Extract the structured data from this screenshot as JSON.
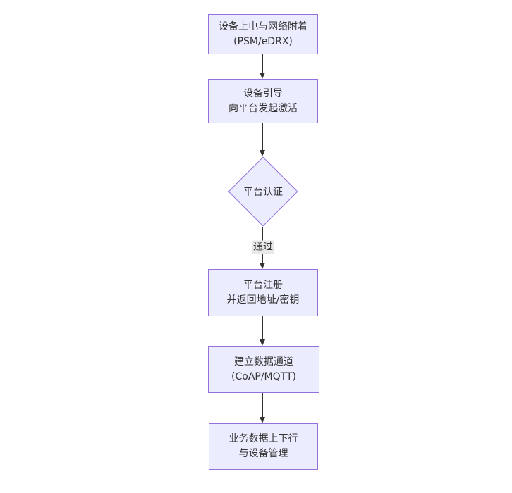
{
  "diagram": {
    "type": "flowchart-vertical",
    "colors": {
      "background": "#ffffff",
      "node_fill": "#ECECFF",
      "node_border": "#9370DB",
      "arrow_color": "#333333",
      "text_color": "#333333",
      "edge_label_bg": "#e8e8e8"
    },
    "nodes": [
      {
        "id": "power-on",
        "type": "rect",
        "lines": [
          "设备上电与网络附着",
          "(PSM/eDRX)"
        ]
      },
      {
        "id": "bootstrap",
        "type": "rect",
        "lines": [
          "设备引导",
          "向平台发起激活"
        ]
      },
      {
        "id": "platform-auth",
        "type": "diamond",
        "lines": [
          "平台认证"
        ]
      },
      {
        "id": "register",
        "type": "rect",
        "lines": [
          "平台注册",
          "并返回地址/密钥"
        ]
      },
      {
        "id": "data-channel",
        "type": "rect",
        "lines": [
          "建立数据通道",
          "(CoAP/MQTT)"
        ]
      },
      {
        "id": "business-data",
        "type": "rect",
        "lines": [
          "业务数据上下行",
          "与设备管理"
        ]
      }
    ],
    "edges": [
      {
        "from": "power-on",
        "to": "bootstrap",
        "label": ""
      },
      {
        "from": "bootstrap",
        "to": "platform-auth",
        "label": ""
      },
      {
        "from": "platform-auth",
        "to": "register",
        "label": "通过"
      },
      {
        "from": "register",
        "to": "data-channel",
        "label": ""
      },
      {
        "from": "data-channel",
        "to": "business-data",
        "label": ""
      }
    ]
  }
}
